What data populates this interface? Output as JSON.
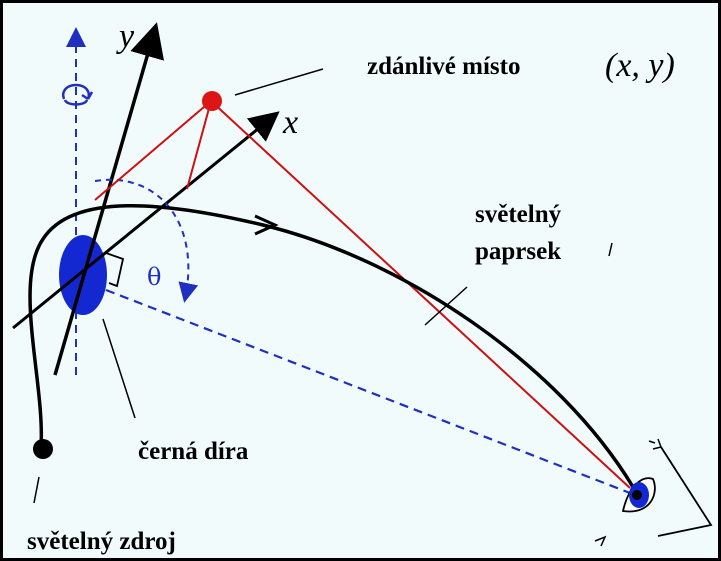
{
  "labels": {
    "apparent_position": "zdánlivé místo",
    "coordinates": "(x, y)",
    "light_ray_line1": "světelný",
    "light_ray_line2": "paprsek",
    "black_hole": "černá díra",
    "light_source": "světelný zdroj",
    "axis_x": "x",
    "axis_y": "y",
    "angle": "θ"
  },
  "colors": {
    "background": "#f2fbfb",
    "frame": "#000000",
    "black_hole_fill": "#1428d2",
    "dashed_line": "#1f2fbf",
    "apparent_rays": "#cc1111",
    "apparent_point": "#dd1515",
    "light_path": "#000000",
    "eye_iris": "#1428d2"
  },
  "icons": {
    "rotation_arrow": "rotation-arrow-icon",
    "eye": "eye-icon"
  }
}
